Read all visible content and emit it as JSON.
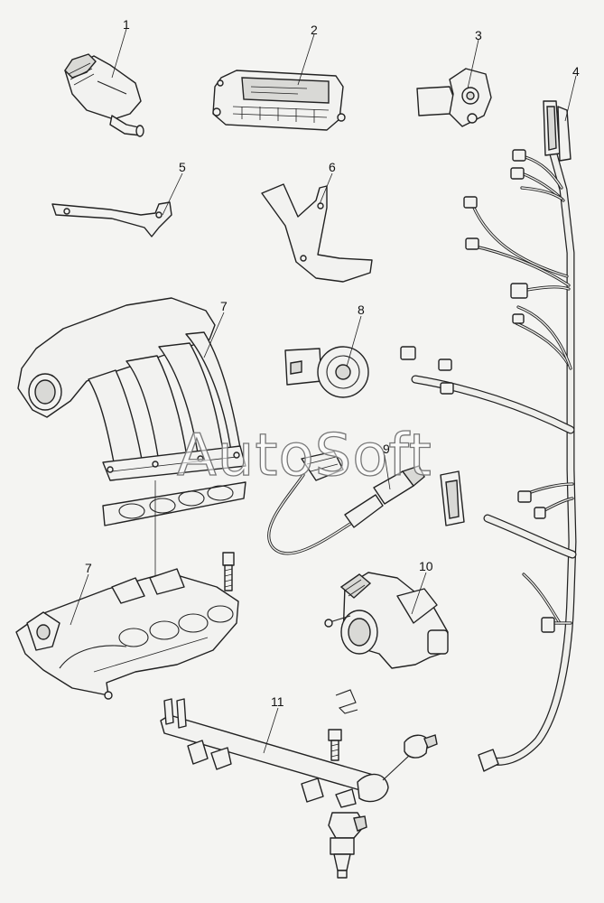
{
  "callouts": [
    "1",
    "2",
    "3",
    "4",
    "5",
    "6",
    "7",
    "8",
    "9",
    "10",
    "7",
    "11"
  ],
  "watermark": "AutoSoft"
}
